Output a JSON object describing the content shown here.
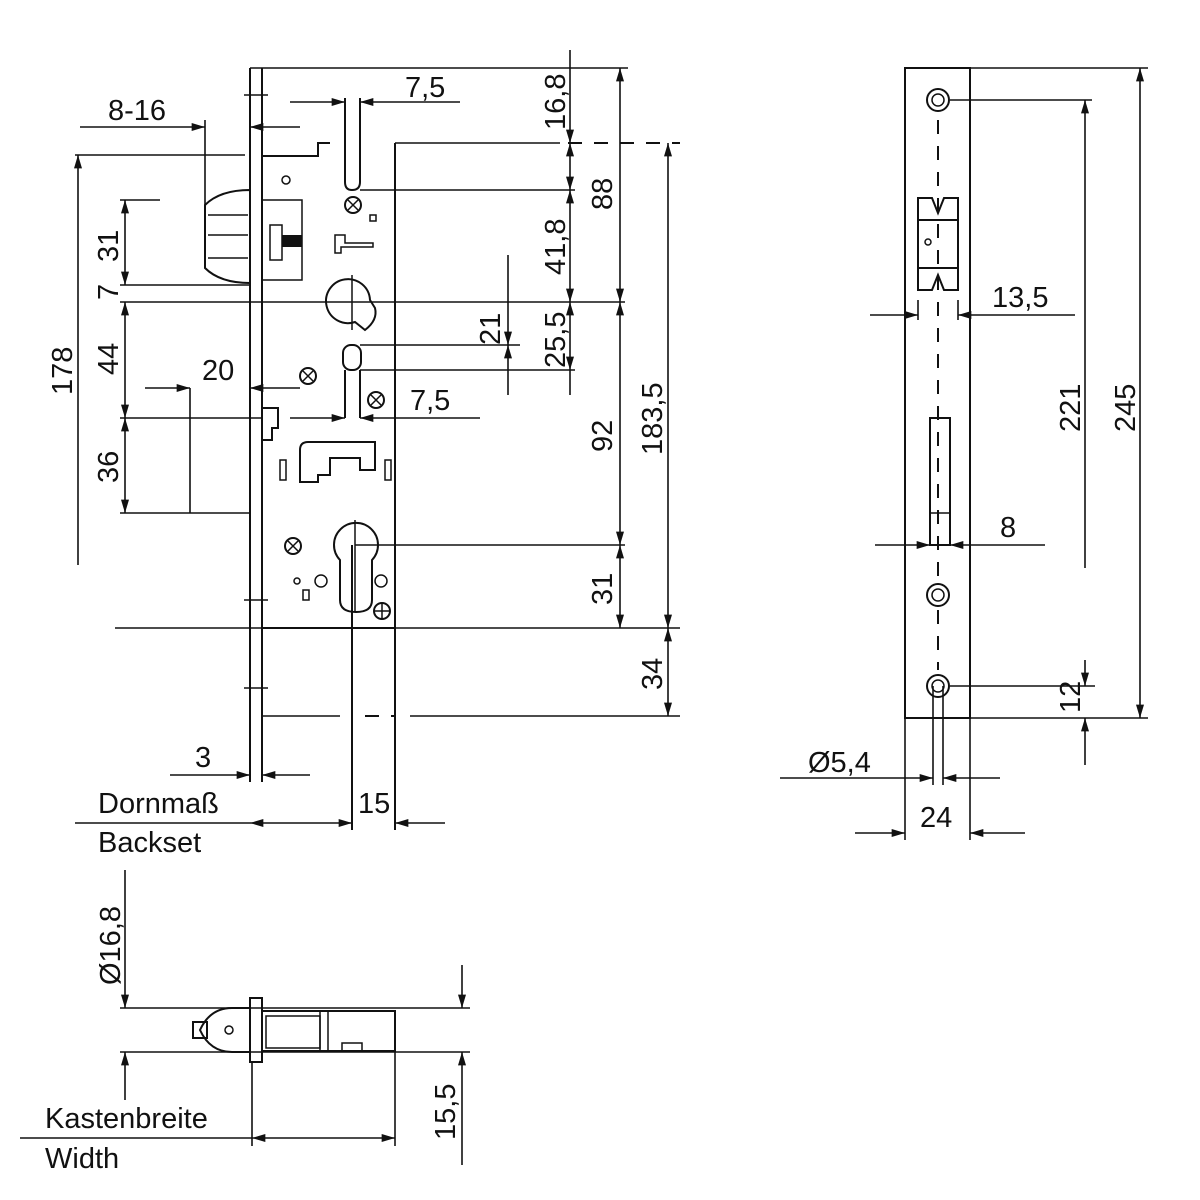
{
  "drawing": {
    "front_view": {
      "dimensions": {
        "bolt_width_top": "7,5",
        "faceplate_offset": "8-16",
        "top_to_bolt": "16,8",
        "bolt_height": "88",
        "bolt_to_follower": "41,8",
        "overall_case": "178",
        "hook_height": "31",
        "hook_gap": "7",
        "follower_to_latch": "44",
        "latch_height": "36",
        "latch_projection": "20",
        "aux_height": "21",
        "follower_to_aux": "25,5",
        "latch_width": "7,5",
        "follower_to_cylinder": "92",
        "case_height": "183,5",
        "cylinder_to_bottom": "31",
        "bottom_extension": "34",
        "faceplate_thickness": "3",
        "backset_offset": "15"
      },
      "labels": {
        "backset_de": "Dornmaß",
        "backset_en": "Backset"
      }
    },
    "side_view": {
      "dimensions": {
        "faceplate_length": "245",
        "hole_spacing": "221",
        "hook_width": "13,5",
        "latch_width": "8",
        "hole_offset": "12",
        "hole_diameter": "Ø5,4",
        "faceplate_width": "24"
      }
    },
    "top_view": {
      "dimensions": {
        "diameter": "Ø16,8",
        "width": "15,5"
      },
      "labels": {
        "width_de": "Kastenbreite",
        "width_en": "Width"
      }
    }
  }
}
